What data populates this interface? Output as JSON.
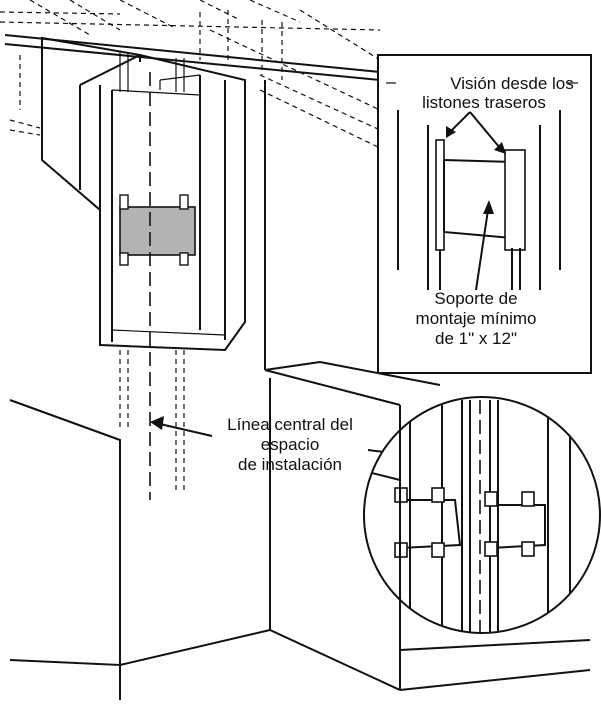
{
  "labels": {
    "rear_view_line1": "Visión desde los",
    "rear_view_line2": "listones traseros",
    "bracket_line1": "Soporte de",
    "bracket_line2": "montaje mínimo",
    "bracket_line3": "de 1\" x 12\"",
    "centerline_line1": "Línea central del",
    "centerline_line2": "espacio",
    "centerline_line3": "de instalación"
  },
  "colors": {
    "line": "#111111",
    "bracket_fill": "#b3b3b3",
    "background": "#ffffff"
  }
}
